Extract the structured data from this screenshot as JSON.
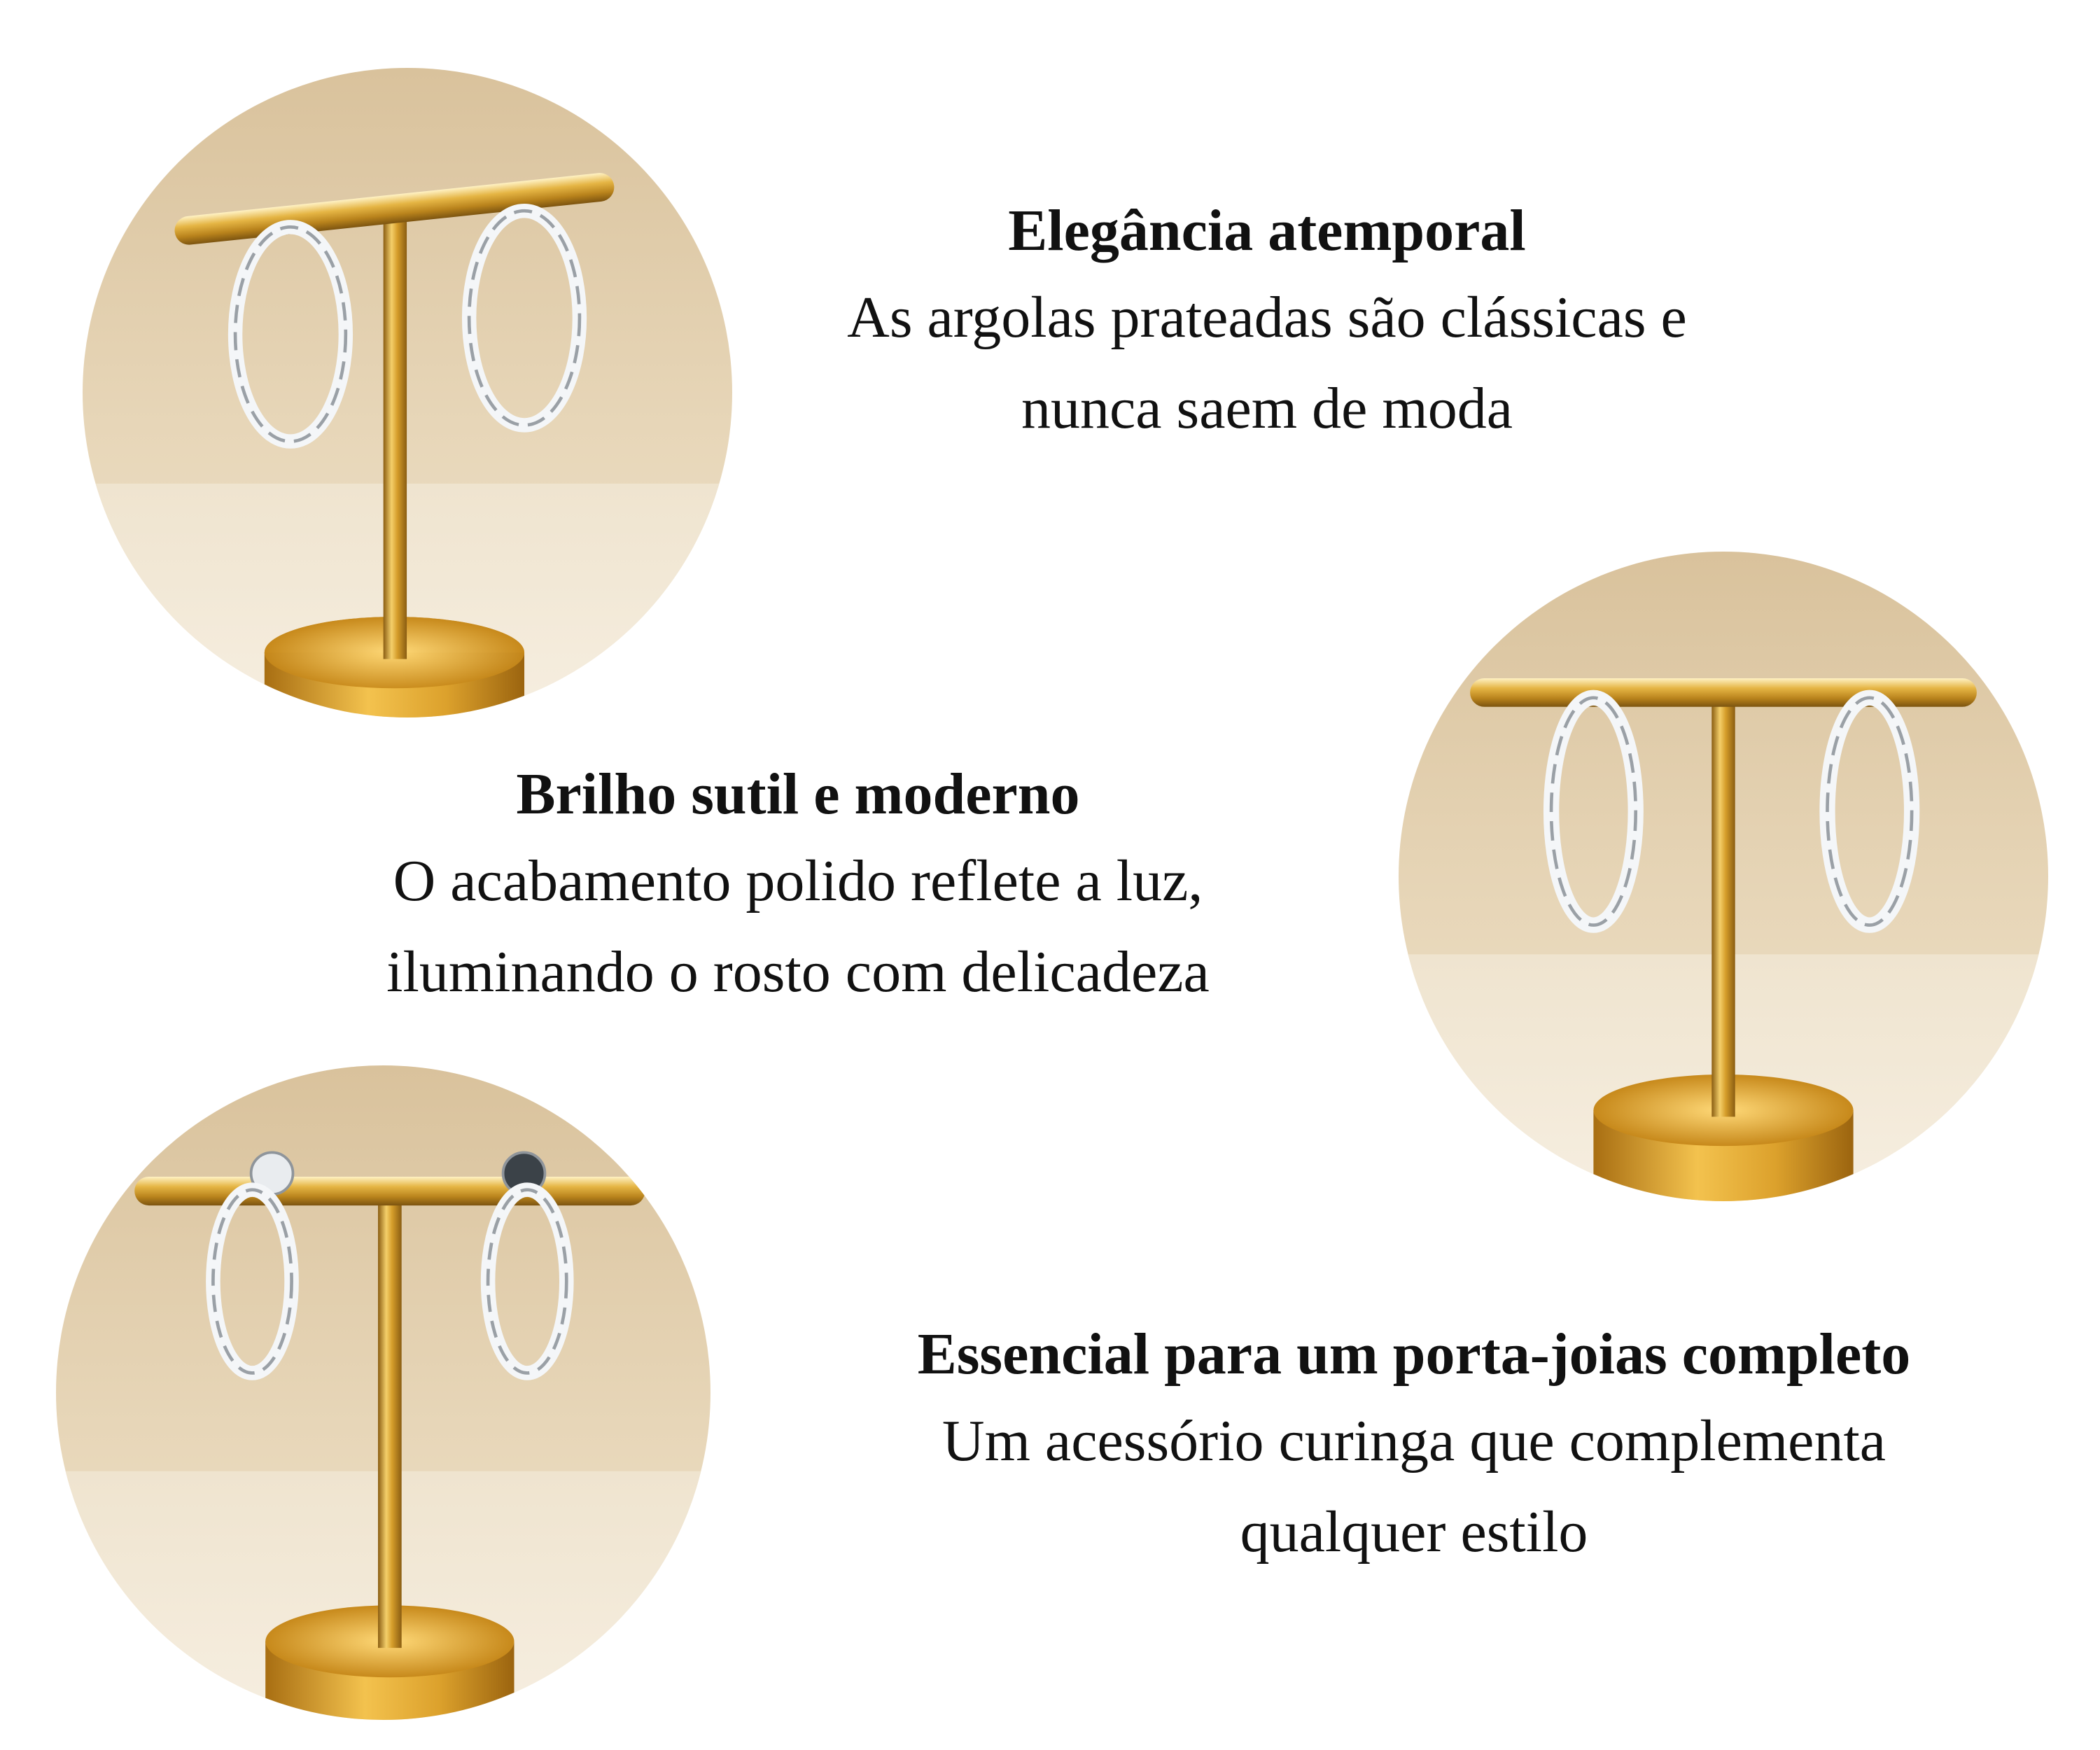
{
  "features": [
    {
      "title": "Elegância atemporal",
      "desc_line1": "As argolas prateadas são clássicas e",
      "desc_line2": "nunca saem de moda"
    },
    {
      "title": "Brilho sutil e moderno",
      "desc_line1": "O acabamento polido reflete a luz,",
      "desc_line2": "iluminando o rosto com delicadeza"
    },
    {
      "title": "Essencial para um porta-joias completo",
      "desc_line1": "Um acessório curinga que complementa",
      "desc_line2": "qualquer estilo"
    }
  ],
  "colors": {
    "background": "#ffffff",
    "text": "#111111",
    "gold": "#d9a431",
    "beige": "#e8d7b8",
    "silver": "#e6e8ea"
  }
}
